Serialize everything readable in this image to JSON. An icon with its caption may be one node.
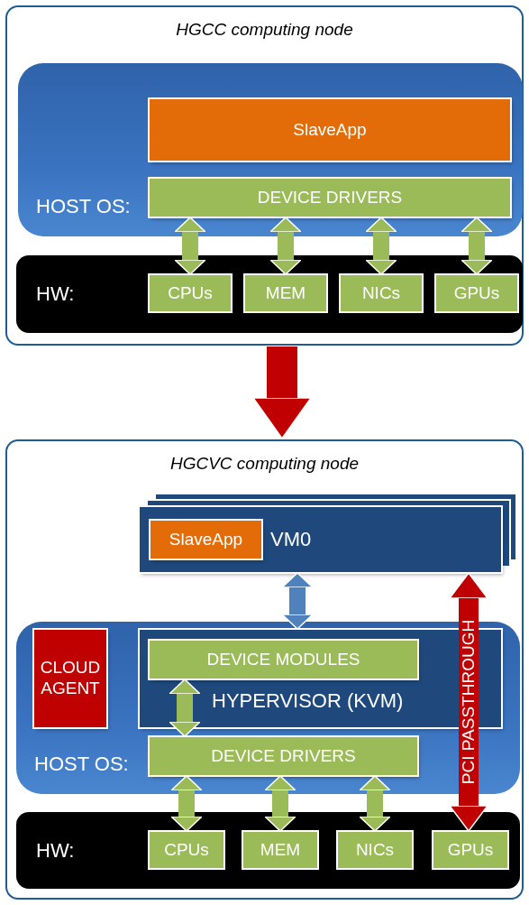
{
  "diagram": {
    "nodes": [
      {
        "text": [
          "HGCC computing node"
        ]
      },
      {
        "text": [
          "HOST OS:"
        ],
        "in": 0
      },
      {
        "text": [
          "SlaveApp"
        ],
        "in": 1
      },
      {
        "text": [
          "DEVICE DRIVERS"
        ],
        "in": 1
      },
      {
        "text": [
          "HW:"
        ],
        "in": 0
      },
      {
        "text": [
          "CPUs"
        ],
        "in": 4
      },
      {
        "text": [
          "MEM"
        ],
        "in": 4
      },
      {
        "text": [
          "NICs"
        ],
        "in": 4
      },
      {
        "text": [
          "GPUs"
        ],
        "in": 4
      },
      {
        "text": [
          "HGCVC computing node"
        ]
      },
      {
        "text": [
          "VM0"
        ],
        "in": 9
      },
      {
        "text": [
          "SlaveApp"
        ],
        "in": 10
      },
      {
        "text": [
          "HOST OS:"
        ],
        "in": 9
      },
      {
        "text": [
          "CLOUD AGENT"
        ],
        "in": 12
      },
      {
        "text": [
          "HYPERVISOR (KVM)"
        ],
        "in": 12
      },
      {
        "text": [
          "DEVICE MODULES"
        ],
        "in": 14
      },
      {
        "text": [
          "DEVICE DRIVERS"
        ],
        "in": 12
      },
      {
        "text": [
          "HW:"
        ],
        "in": 9
      },
      {
        "text": [
          "CPUs"
        ],
        "in": 17
      },
      {
        "text": [
          "MEM"
        ],
        "in": 17
      },
      {
        "text": [
          "NICs"
        ],
        "in": 17
      },
      {
        "text": [
          "GPUs"
        ],
        "in": 17
      }
    ],
    "edges": [
      {
        "from": 3,
        "to": 5,
        "arrow": "both"
      },
      {
        "from": 3,
        "to": 6,
        "arrow": "both"
      },
      {
        "from": 3,
        "to": 7,
        "arrow": "both"
      },
      {
        "from": 3,
        "to": 8,
        "arrow": "both"
      },
      {
        "from": 0,
        "to": 9,
        "arrow": "to",
        "color": "#c00000",
        "style": "thick"
      },
      {
        "from": 10,
        "to": 14,
        "arrow": "both",
        "color": "#4f81bd"
      },
      {
        "from": 15,
        "to": 16,
        "arrow": "both"
      },
      {
        "from": 16,
        "to": 18,
        "arrow": "both"
      },
      {
        "from": 16,
        "to": 19,
        "arrow": "both"
      },
      {
        "from": 16,
        "to": 20,
        "arrow": "both"
      },
      {
        "from": 10,
        "to": 21,
        "arrow": "both",
        "color": "#c00000",
        "label": "PCI PASSTHROUGH"
      }
    ]
  }
}
